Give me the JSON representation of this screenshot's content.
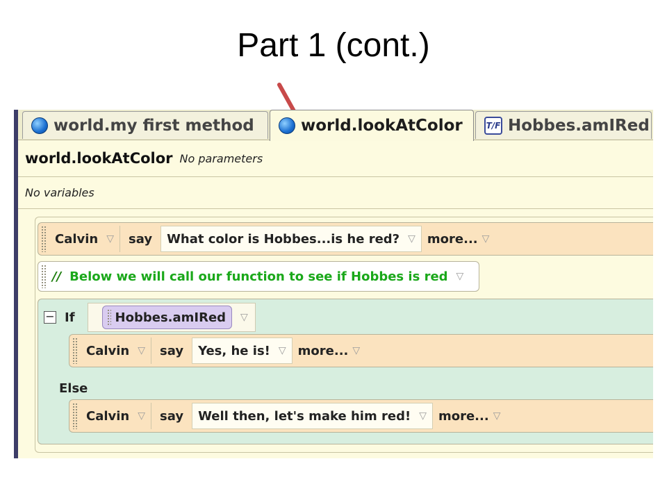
{
  "slide": {
    "title": "Part 1 (cont.)"
  },
  "colors": {
    "arrow": "#c84a4a",
    "comment_green": "#1aa81a",
    "statement_orange": "#fbe3bf",
    "if_block_green": "#d7eedf",
    "function_purple": "#d9ccf0"
  },
  "tabs": [
    {
      "label": "world.my first method",
      "icon": "globe-icon"
    },
    {
      "label": "world.lookAtColor",
      "icon": "globe-icon",
      "active": true
    },
    {
      "label": "Hobbes.amIRed",
      "icon": "true-false-icon",
      "icon_text": "T/F"
    }
  ],
  "method": {
    "name": "world.lookAtColor",
    "params": "No parameters",
    "variables": "No variables"
  },
  "statements": {
    "say1": {
      "object": "Calvin",
      "verb": "say",
      "text": "What color is Hobbes...is he red?",
      "more": "more..."
    },
    "comment": {
      "slashes": "//",
      "text": "Below we will call our function to see if Hobbes is red"
    },
    "if_block": {
      "if_label": "If",
      "condition": "Hobbes.amIRed",
      "then": {
        "object": "Calvin",
        "verb": "say",
        "text": "Yes, he is!",
        "more": "more..."
      },
      "else_label": "Else",
      "else": {
        "object": "Calvin",
        "verb": "say",
        "text": "Well then, let's make him red!",
        "more": "more..."
      }
    }
  }
}
